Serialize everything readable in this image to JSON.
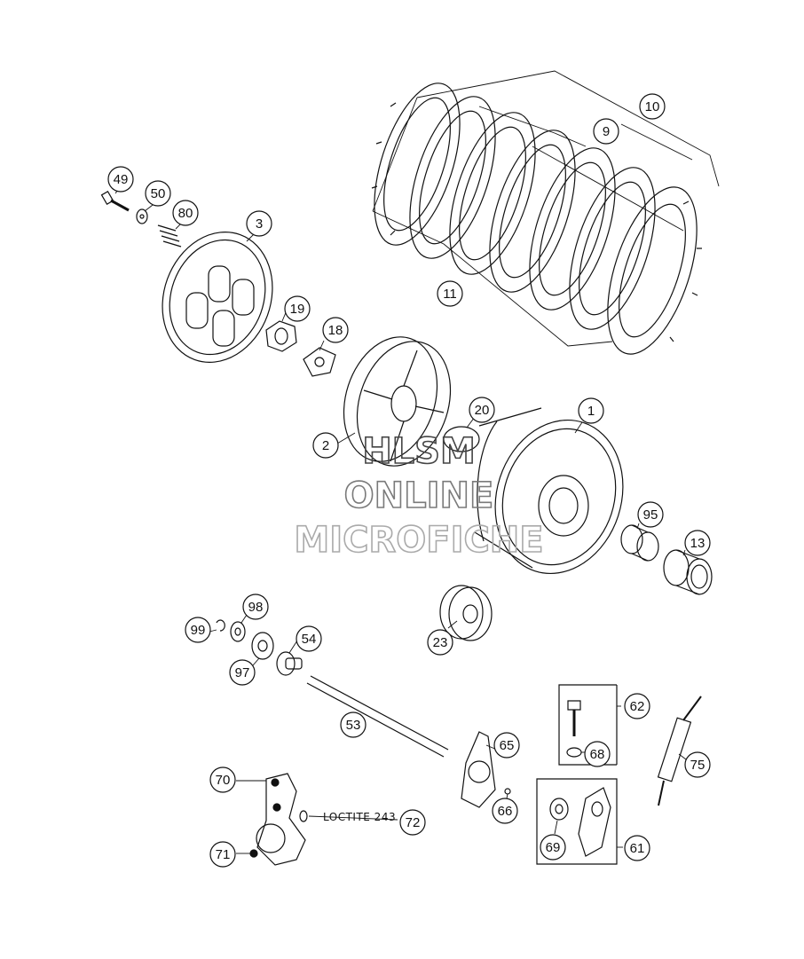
{
  "callouts": {
    "c10": "10",
    "c9": "9",
    "c11": "11",
    "c49": "49",
    "c50": "50",
    "c80": "80",
    "c3": "3",
    "c19": "19",
    "c18": "18",
    "c2": "2",
    "c20": "20",
    "c1": "1",
    "c95": "95",
    "c13": "13",
    "c23": "23",
    "c99": "99",
    "c98": "98",
    "c54": "54",
    "c97": "97",
    "c53": "53",
    "c65": "65",
    "c66": "66",
    "c62": "62",
    "c68": "68",
    "c75": "75",
    "c69": "69",
    "c61": "61",
    "c70": "70",
    "c71": "71",
    "c72": "72"
  },
  "note_loctite": "LOCTITE 243",
  "watermark": {
    "line1": "HLSM",
    "line2": "ONLINE",
    "line3": "MICROFICHE"
  },
  "colors": {
    "ink": "#111111",
    "watermark_dark": "#444444",
    "watermark_light": "#9a9a9a"
  }
}
